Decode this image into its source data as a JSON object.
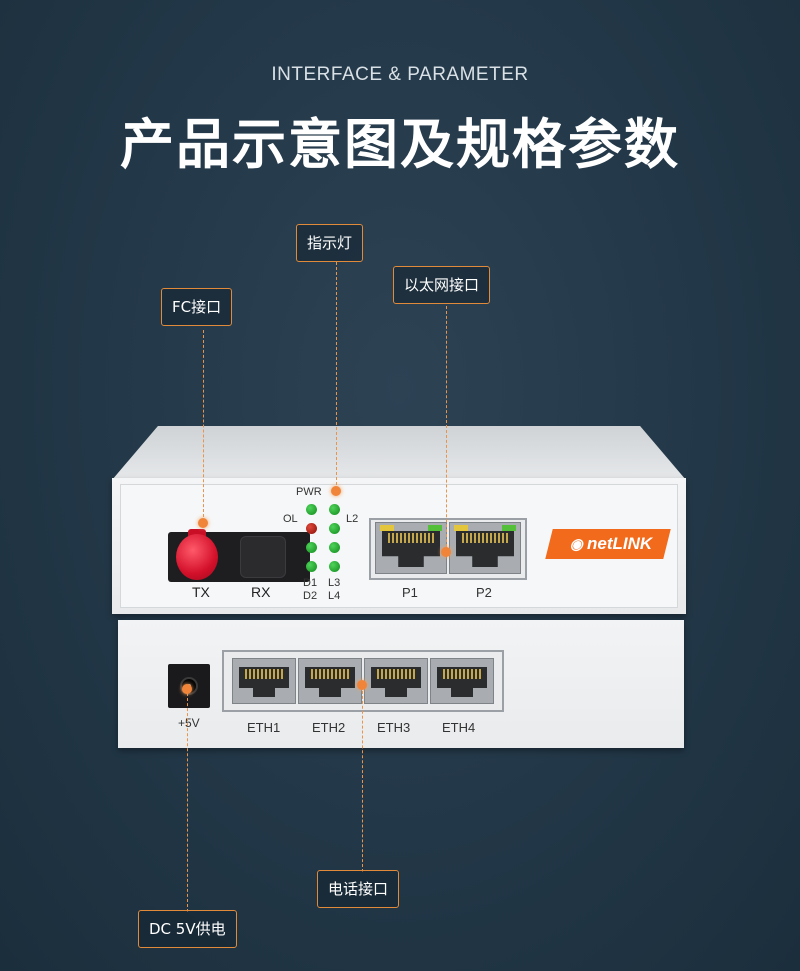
{
  "header": {
    "subtitle": "INTERFACE & PARAMETER",
    "title": "产品示意图及规格参数"
  },
  "callouts": {
    "fc": "FC接口",
    "indicator": "指示灯",
    "ethernet": "以太网接口",
    "phone": "电话接口",
    "power": "DC 5V供电"
  },
  "device": {
    "fc_tx": "TX",
    "fc_rx": "RX",
    "leds": {
      "pwr": "PWR",
      "ol": "OL",
      "l2": "L2",
      "d1": "D1",
      "d2": "D2",
      "l3": "L3",
      "l4": "L4"
    },
    "eth_ports": [
      "P1",
      "P2"
    ],
    "brand": "netLINK",
    "phone_ports": [
      "ETH1",
      "ETH2",
      "ETH3",
      "ETH4"
    ],
    "power_label": "+5V"
  },
  "colors": {
    "accent": "#f0853a",
    "brand": "#f26a1b",
    "led_green": "#2eb53a",
    "led_red": "#b0200f"
  }
}
